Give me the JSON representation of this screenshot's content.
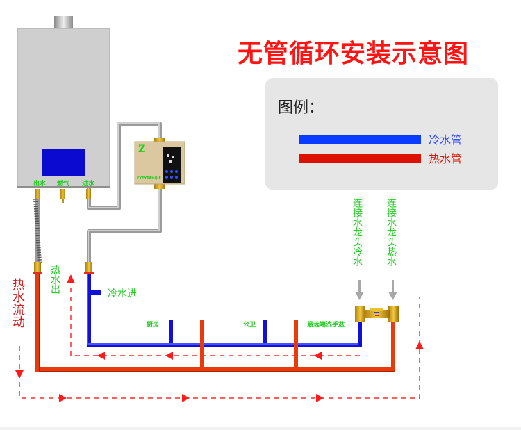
{
  "title": "无管循环安装示意图",
  "legend": {
    "title": "图例：",
    "items": [
      {
        "label": "冷水管",
        "color": "#0a3cff",
        "text_color": "#2040ff"
      },
      {
        "label": "热水管",
        "color": "#dd1100",
        "text_color": "#dd1100"
      }
    ]
  },
  "heater": {
    "screen_color": "#0a0ad0",
    "port_labels": [
      "出水",
      "燃气",
      "进水"
    ]
  },
  "pump": {
    "logo": "Z",
    "brand_text": "FYFYPAHQIF"
  },
  "labels": {
    "hot_water_out": "热水出",
    "cold_water_in": "冷水进",
    "hot_water_flow": "热水流动",
    "kitchen": "厨房",
    "bathroom": "公卫",
    "farthest_basin": "最远端洗手盆",
    "connect_faucet_cold": "连接水龙头冷水",
    "connect_faucet_hot": "连接水龙头热水"
  },
  "colors": {
    "cold_pipe": "#1010d8",
    "hot_pipe": "#e83a0a",
    "flow_arrow": "#ff1a1a",
    "label_green": "#22cc22"
  }
}
